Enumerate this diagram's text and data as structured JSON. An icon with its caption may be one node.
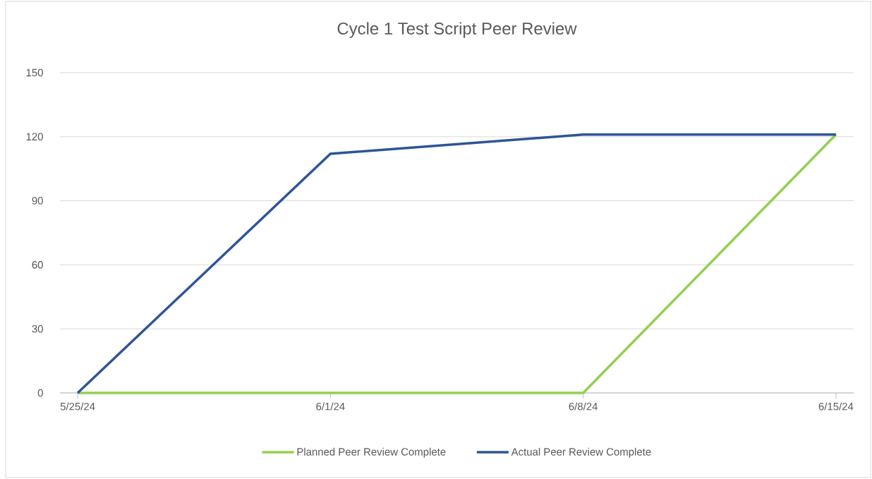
{
  "diagram": {
    "chart_data": {
      "type": "line",
      "title": "Cycle 1 Test Script Peer Review",
      "categories": [
        "5/25/24",
        "6/1/24",
        "6/8/24",
        "6/15/24"
      ],
      "series": [
        {
          "name": "Planned Peer Review Complete",
          "color": "#92d050",
          "values": [
            0,
            0,
            0,
            121
          ]
        },
        {
          "name": "Actual Peer Review Complete",
          "color": "#2f5597",
          "values": [
            0,
            112,
            121,
            121
          ]
        }
      ],
      "ylim": [
        0,
        150
      ],
      "grid": "y",
      "legend": "bottom",
      "yticks": [
        0,
        30,
        60,
        90,
        120,
        150
      ]
    }
  }
}
